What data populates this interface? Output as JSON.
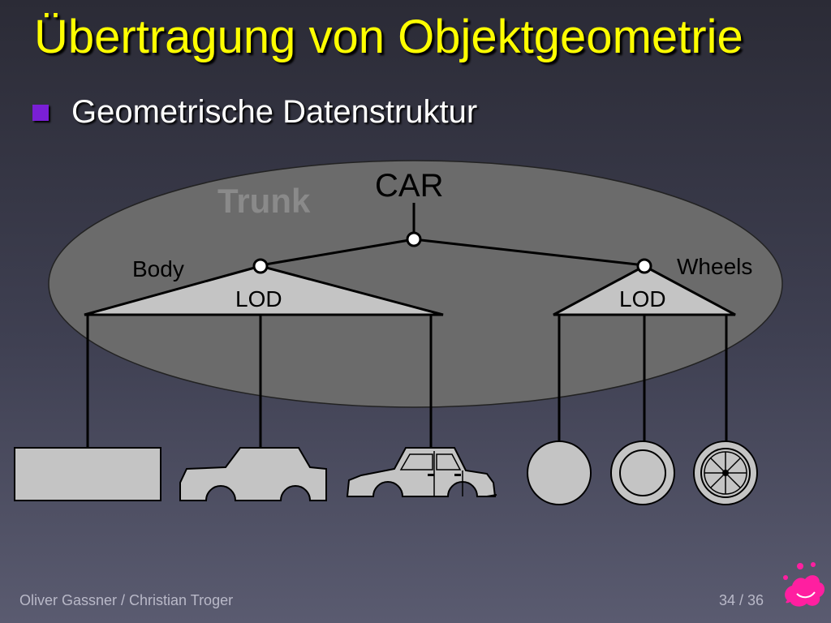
{
  "slide": {
    "title": "Übertragung von Objektgeometrie",
    "bullet": "Geometrische Datenstruktur"
  },
  "diagram": {
    "group_label": "Trunk",
    "root_label": "CAR",
    "left_node_label": "Body",
    "right_node_label": "Wheels",
    "left_lod_label": "LOD",
    "right_lod_label": "LOD"
  },
  "footer": {
    "authors": "Oliver Gassner / Christian Troger",
    "page": "34 / 36"
  },
  "colors": {
    "title": "#ffff00",
    "bullet_marker": "#7a1fd6",
    "shape_fill": "#c4c4c4",
    "ellipse_fill": "#6b6b6b",
    "logo": "#ff1fa0"
  }
}
